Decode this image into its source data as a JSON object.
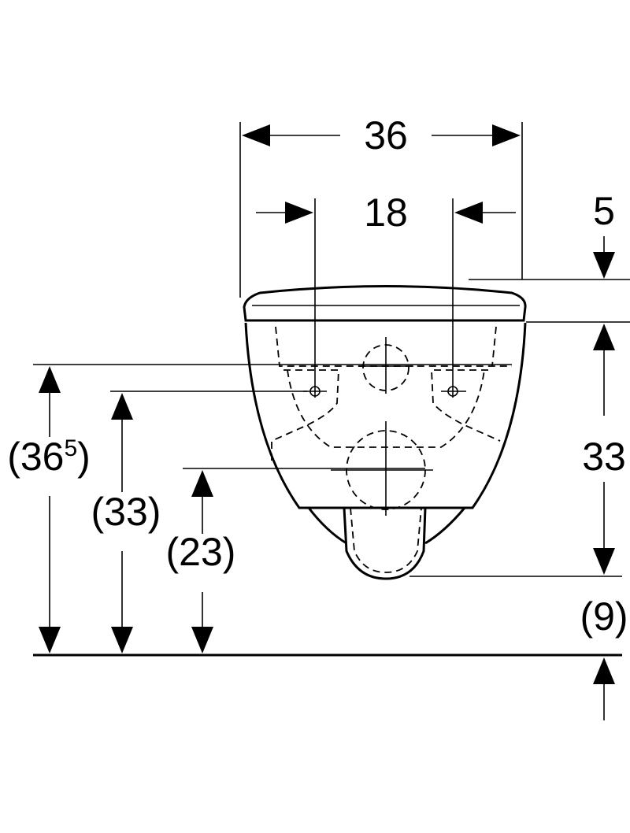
{
  "dimensions": {
    "overall_width": "36",
    "fixing_spacing": "18",
    "top_offset": "5",
    "body_height": "33",
    "bottom_clearance": "(9)",
    "drain_height_main": "(36",
    "drain_height_sup": "5",
    "drain_height_close": ")",
    "fixing_height": "(33)",
    "outlet_height": "(23)"
  },
  "colors": {
    "line": "#000000",
    "background": "#ffffff"
  }
}
